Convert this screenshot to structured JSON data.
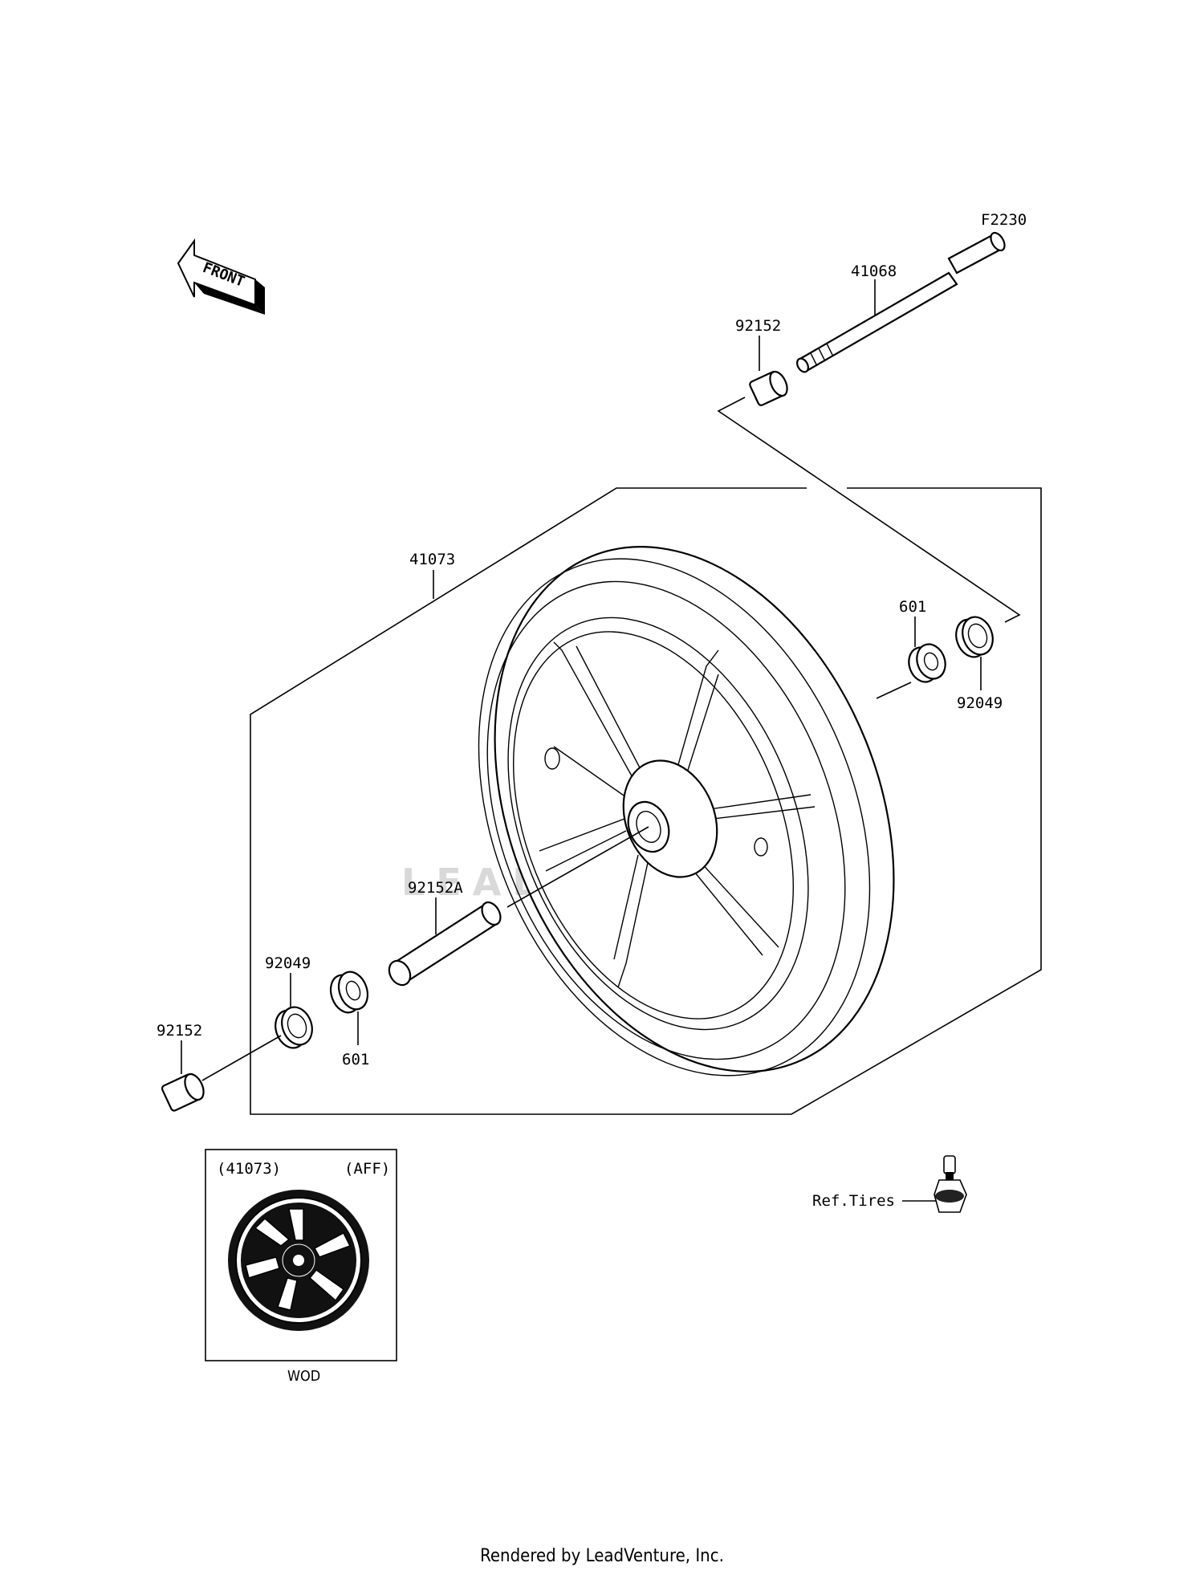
{
  "diagram": {
    "ref_code": "F2230",
    "front_label": "FRONT",
    "watermark": "LEADVENTURE",
    "callouts": {
      "axle": "41068",
      "collar_top": "92152",
      "wheel": "41073",
      "bearing_right": "601",
      "seal_right": "92049",
      "spacer": "92152A",
      "seal_left": "92049",
      "bearing_left": "601",
      "collar_left": "92152",
      "valve_ref": "Ref.Tires"
    },
    "inset": {
      "part_ref": "(41073)",
      "variant": "(AFF)",
      "color_code": "WOD"
    }
  },
  "footer": {
    "rendered_by": "Rendered by LeadVenture, Inc."
  }
}
